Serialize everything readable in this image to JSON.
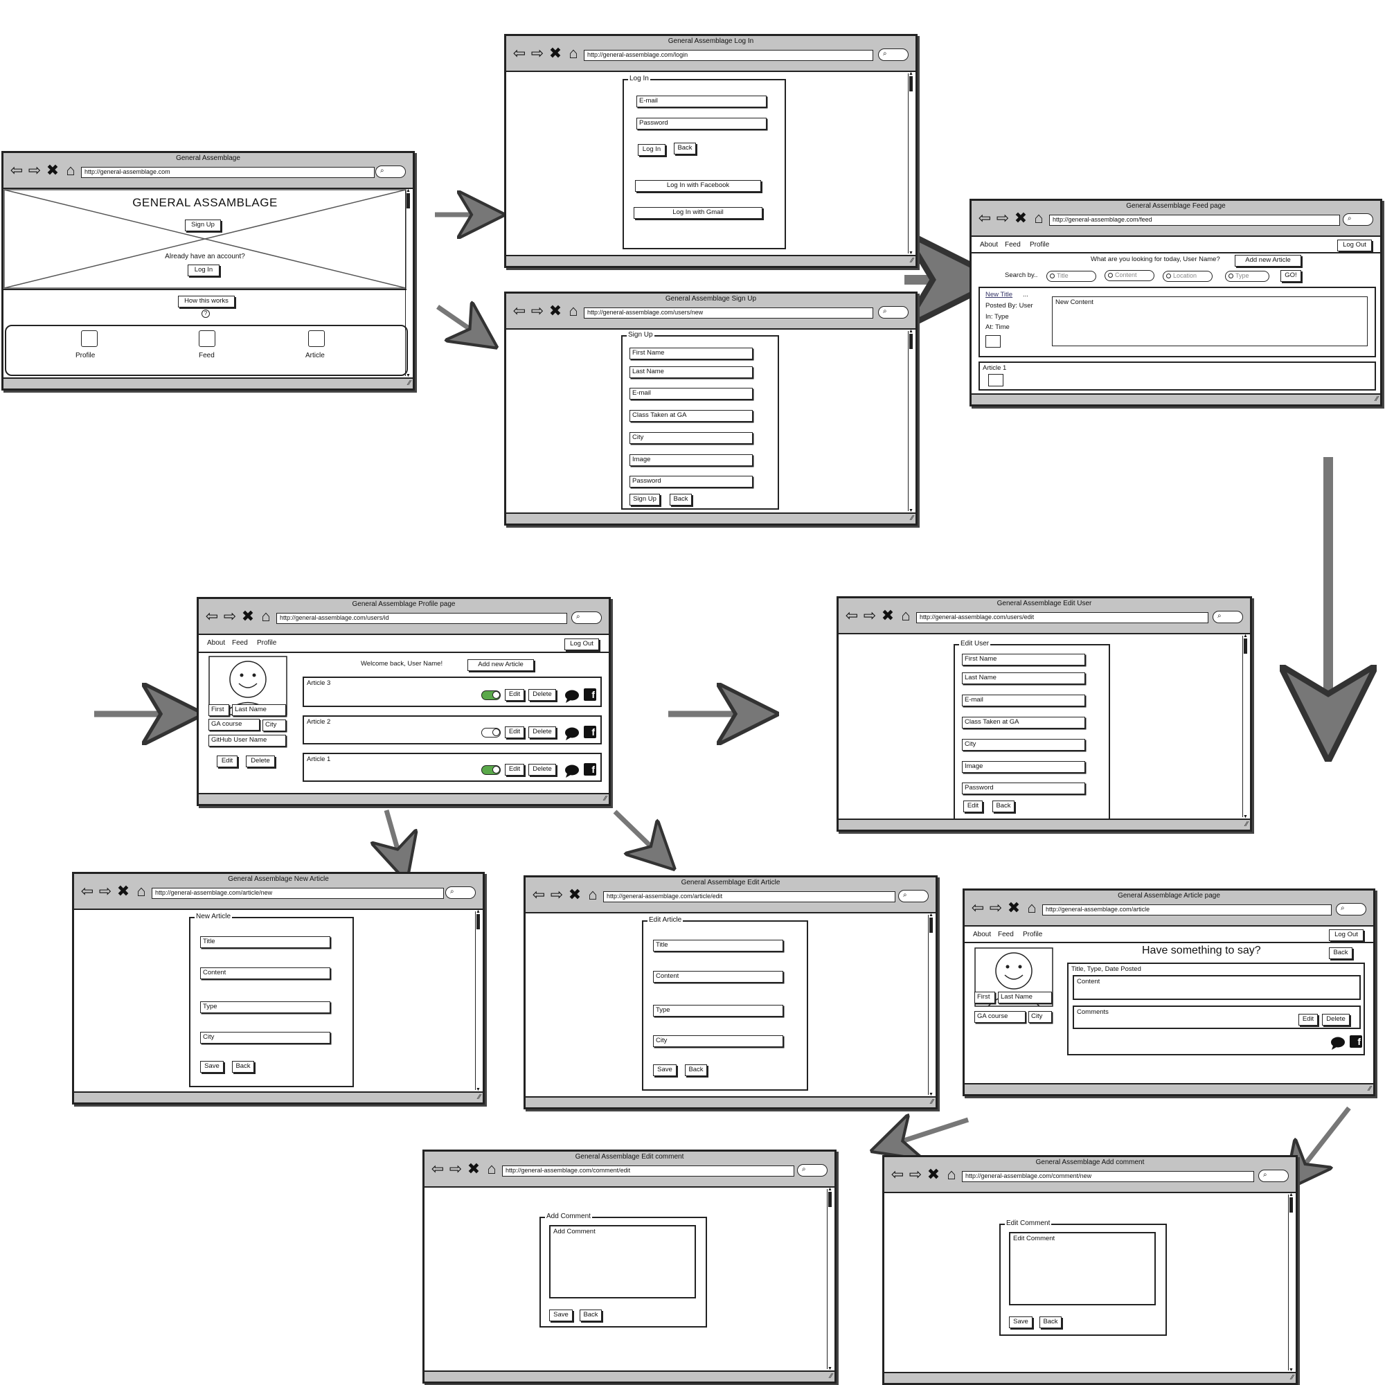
{
  "landing": {
    "window_title": "General Assemblage",
    "url": "http://general-assemblage.com",
    "heading": "GENERAL ASSAMBLAGE",
    "signup_label": "Sign Up",
    "already_text": "Already have an account?",
    "login_label": "Log In",
    "how_label": "How this works",
    "help_glyph": "?",
    "features": [
      "Profile",
      "Feed",
      "Article"
    ]
  },
  "login": {
    "window_title": "General Assemblage Log In",
    "url": "http://general-assemblage.com/login",
    "legend": "Log In",
    "email_placeholder": "E-mail",
    "password_placeholder": "Password",
    "login_label": "Log In",
    "back_label": "Back",
    "facebook_label": "Log In with Facebook",
    "gmail_label": "Log In with Gmail"
  },
  "signup": {
    "window_title": "General Assemblage Sign Up",
    "url": "http://general-assemblage.com/users/new",
    "legend": "Sign Up",
    "fields": [
      "First Name",
      "Last Name",
      "E-mail",
      "Class Taken at GA",
      "City",
      "Image",
      "Password"
    ],
    "signup_label": "Sign Up",
    "back_label": "Back"
  },
  "feed": {
    "window_title": "General Assemblage Feed page",
    "url": "http://general-assemblage.com/feed",
    "nav": [
      "About",
      "Feed",
      "Profile"
    ],
    "logout_label": "Log Out",
    "prompt": "What are you looking for today, User Name?",
    "add_article_label": "Add new Article",
    "search_by": "Search by..",
    "filters": [
      "Title",
      "Content",
      "Location",
      "Type"
    ],
    "go_label": "GO!",
    "item_title": "New Title",
    "item_more": "...",
    "posted_by": "Posted By: User",
    "in_type": "In: Type",
    "at_time": "At: Time",
    "item_content": "New Content",
    "article1": "Article 1"
  },
  "profile": {
    "window_title": "General Assemblage Profile page",
    "url": "http://general-assemblage.com/users/id",
    "nav": [
      "About",
      "Feed",
      "Profile"
    ],
    "logout_label": "Log Out",
    "welcome": "Welcome back, User Name!",
    "add_article_label": "Add new Article",
    "first": "First",
    "last_name": "Last Name",
    "ga_course": "GA course",
    "city": "City",
    "github": "GitHub User Name",
    "edit_label": "Edit",
    "delete_label": "Delete",
    "articles": [
      {
        "title": "Article 3",
        "toggle_on": true
      },
      {
        "title": "Article 2",
        "toggle_on": false
      },
      {
        "title": "Article 1",
        "toggle_on": true
      }
    ]
  },
  "edit_user": {
    "window_title": "General Assemblage Edit User",
    "url": "http://general-assemblage.com/users/edit",
    "legend": "Edit User",
    "fields": [
      "First Name",
      "Last Name",
      "E-mail",
      "Class Taken at GA",
      "City",
      "Image",
      "Password"
    ],
    "edit_label": "Edit",
    "back_label": "Back"
  },
  "new_article": {
    "window_title": "General Assemblage New Article",
    "url": "http://general-assemblage.com/article/new",
    "legend": "New Article",
    "fields": [
      "Title",
      "Content",
      "Type",
      "City"
    ],
    "save_label": "Save",
    "back_label": "Back"
  },
  "edit_article": {
    "window_title": "General Assemblage Edit Article",
    "url": "http://general-assemblage.com/article/edit",
    "legend": "Edit Article",
    "fields": [
      "Title",
      "Content",
      "Type",
      "City"
    ],
    "save_label": "Save",
    "back_label": "Back"
  },
  "article_page": {
    "window_title": "General Assemblage Article page",
    "url": "http://general-assemblage.com/article",
    "nav": [
      "About",
      "Feed",
      "Profile"
    ],
    "logout_label": "Log Out",
    "heading": "Have something to say?",
    "back_label": "Back",
    "meta": "Title, Type, Date Posted",
    "content": "Content",
    "comments": "Comments",
    "edit_label": "Edit",
    "delete_label": "Delete",
    "first": "First",
    "last_name": "Last Name",
    "ga_course": "GA course",
    "city": "City"
  },
  "edit_comment": {
    "window_title": "General Assemblage Edit comment",
    "url": "http://general-assemblage.com/comment/edit",
    "legend": "Add Comment",
    "textarea": "Add Comment",
    "save_label": "Save",
    "back_label": "Back"
  },
  "add_comment": {
    "window_title": "General Assemblage Add comment",
    "url": "http://general-assemblage.com/comment/new",
    "legend": "Edit Comment",
    "textarea": "Edit Comment",
    "save_label": "Save",
    "back_label": "Back"
  },
  "glyphs": {
    "back": "⇦",
    "forward": "⇨",
    "stop": "✖",
    "home": "⌂",
    "search": "⌕",
    "grip": "⁄⁄",
    "scroll_up": "▲",
    "scroll_down": "▼"
  },
  "colors": {
    "chrome": "#c4c4c4",
    "toggle_on": "#5aa84a",
    "arrow": "#777777"
  }
}
